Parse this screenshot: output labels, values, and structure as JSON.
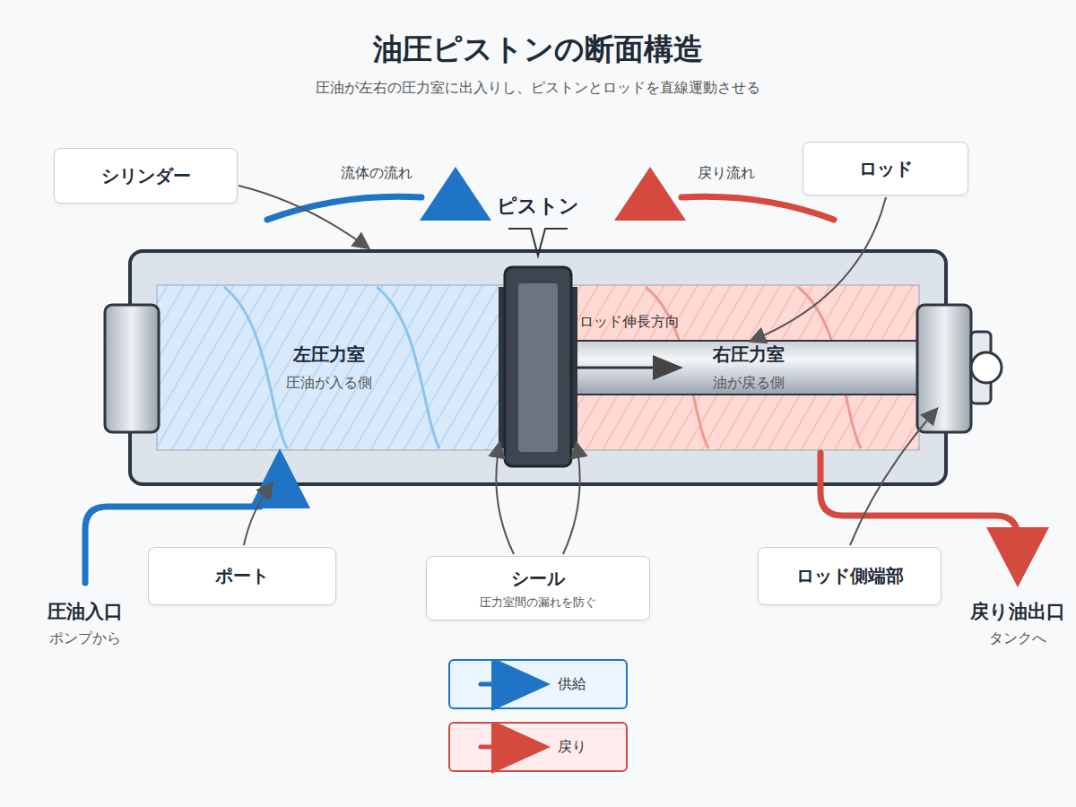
{
  "diagram": {
    "title": "油圧ピストンの断面構造",
    "caption": "圧油が左右の圧力室に出入りし、ピストンとロッドを直線運動させる",
    "nodes": [
      {
        "text": [
          "シリンダー"
        ]
      },
      {
        "text": [
          "ロッド"
        ]
      },
      {
        "text": [
          "左圧力室",
          "圧油が入る側"
        ]
      },
      {
        "text": [
          "右圧力室",
          "油が戻る側"
        ]
      },
      {
        "text": [
          "ポート"
        ]
      },
      {
        "text": [
          "シール",
          "圧力室間の漏れを防ぐ"
        ]
      },
      {
        "text": [
          "ロッド側端部"
        ]
      }
    ],
    "labels": [
      "流体の流れ",
      "戻り流れ",
      "ピストン",
      "ロッド伸長方向",
      "圧油入口",
      "ポンプから",
      "戻り油出口",
      "タンクへ"
    ],
    "legend": [
      {
        "text": "供給",
        "color": "#1f74c6"
      },
      {
        "text": "戻り",
        "color": "#d44a3f"
      }
    ]
  }
}
